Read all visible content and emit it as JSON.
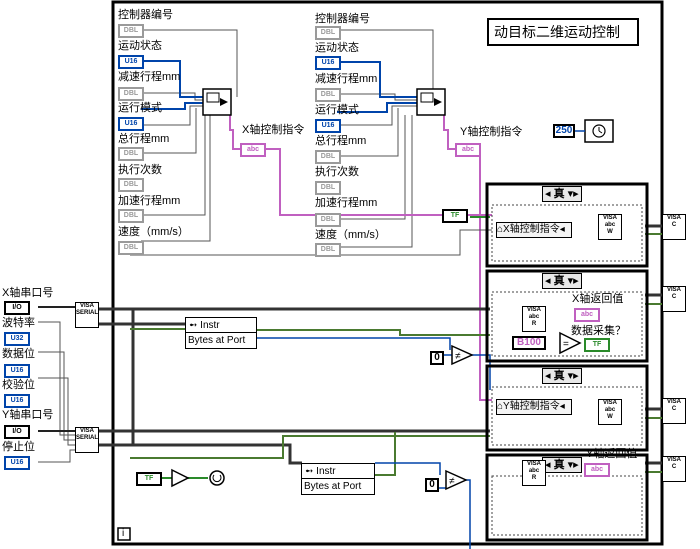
{
  "title_box": "动目标二维运动控制",
  "x_controls": {
    "labels": [
      "控制器编号",
      "运动状态",
      "减速行程mm",
      "运行模式",
      "总行程mm",
      "执行次数",
      "加速行程mm",
      "速度（mm/s）"
    ],
    "types": [
      "DBL",
      "U16",
      "DBL",
      "U16",
      "DBL",
      "DBL",
      "DBL",
      "DBL"
    ],
    "output_label": "X轴控制指令",
    "output_type": "abc"
  },
  "y_controls": {
    "labels": [
      "控制器编号",
      "运动状态",
      "减速行程mm",
      "运行模式",
      "总行程mm",
      "执行次数",
      "加速行程mm",
      "速度（mm/s）"
    ],
    "types": [
      "DBL",
      "U16",
      "DBL",
      "U16",
      "DBL",
      "DBL",
      "DBL",
      "DBL"
    ],
    "output_label": "Y轴控制指令",
    "output_type": "abc"
  },
  "left_inputs": {
    "labels": [
      "X轴串口号",
      "波特率",
      "数据位",
      "校验位",
      "Y轴串口号",
      "停止位"
    ],
    "types": [
      "I/O",
      "U32",
      "U16",
      "U16",
      "I/O",
      "U16"
    ]
  },
  "timer_value": "250",
  "case_structures": [
    {
      "selector": "真",
      "inner_label": "X轴控制指令"
    },
    {
      "selector": "真",
      "inner_label": "X轴返回值",
      "extra_label": "数据采集？",
      "constant": "B100"
    },
    {
      "selector": "真",
      "inner_label": "Y轴控制指令"
    },
    {
      "selector": "真",
      "inner_label": "Y轴返回值"
    }
  ],
  "property_nodes": [
    {
      "title": "Instr",
      "prop": "Bytes at Port"
    },
    {
      "title": "Instr",
      "prop": "Bytes at Port"
    }
  ],
  "zero_constants": [
    "0",
    "0"
  ],
  "visa_label": "VISA",
  "tf_label": "TF",
  "abc_label": "abc",
  "loop_index": "i"
}
